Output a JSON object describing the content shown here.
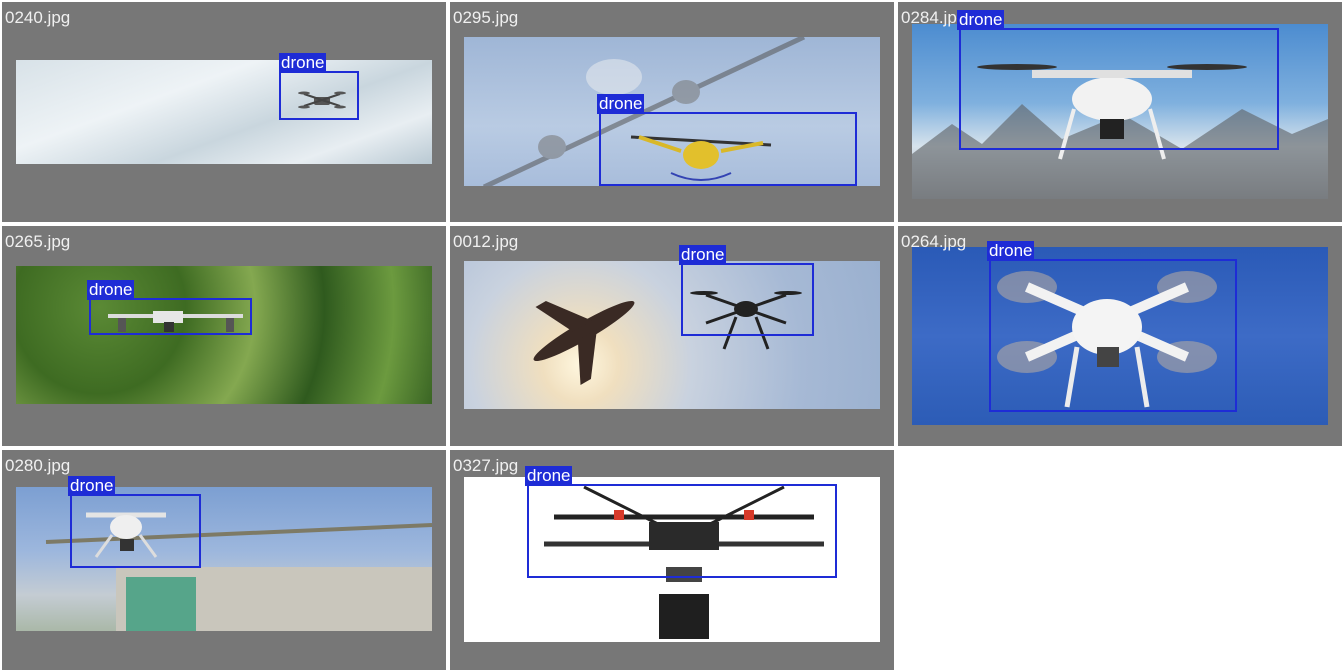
{
  "tiles": [
    {
      "filename": "0240.jpg",
      "label": "drone"
    },
    {
      "filename": "0295.jpg",
      "label": "drone"
    },
    {
      "filename": "0284.jpg",
      "label": "drone"
    },
    {
      "filename": "0265.jpg",
      "label": "drone"
    },
    {
      "filename": "0012.jpg",
      "label": "drone"
    },
    {
      "filename": "0264.jpg",
      "label": "drone"
    },
    {
      "filename": "0280.jpg",
      "label": "drone"
    },
    {
      "filename": "0327.jpg",
      "label": "drone"
    }
  ]
}
